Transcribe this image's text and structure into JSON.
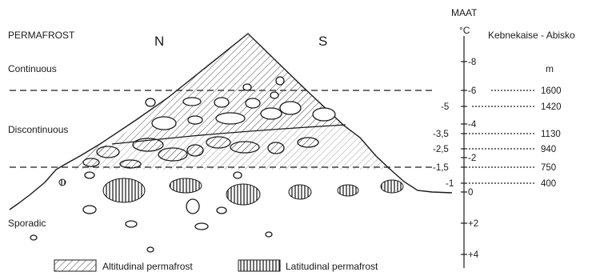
{
  "zones": {
    "heading": "PERMAFROST",
    "continuous": "Continuous",
    "discontinuous": "Discontinuous",
    "sporadic": "Sporadic"
  },
  "aspects": {
    "north": "N",
    "south": "S"
  },
  "maat_axis": {
    "title": "MAAT",
    "unit": "°C",
    "ticks": [
      "-8",
      "-6",
      "-5",
      "-4",
      "-3,5",
      "-2,5",
      "-2",
      "-1,5",
      "-1",
      "0",
      "+2",
      "+4"
    ]
  },
  "elevation": {
    "title": "Kebnekaise - Abisko",
    "unit": "m",
    "values": [
      "1600",
      "1420",
      "1130",
      "940",
      "750",
      "400"
    ]
  },
  "legend": {
    "altitudinal": "Altitudinal permafrost",
    "latitudinal": "Latitudinal permafrost"
  },
  "colors": {
    "ink": "#1a1a1a",
    "background": "#ffffff"
  }
}
